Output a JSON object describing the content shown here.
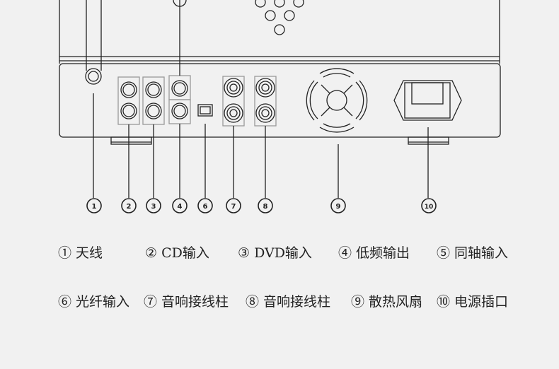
{
  "callouts": [
    "1",
    "2",
    "3",
    "4",
    "6",
    "7",
    "8",
    "9",
    "10"
  ],
  "legend": {
    "row1": [
      "① 天线",
      "② CD输入",
      "③ DVD输入",
      "④ 低频输出",
      "⑤ 同轴输入"
    ],
    "row2": [
      "⑥ 光纤输入",
      "⑦ 音响接线柱",
      "⑧ 音响接线柱",
      "⑨ 散热风扇",
      "⑩ 电源插口"
    ]
  }
}
